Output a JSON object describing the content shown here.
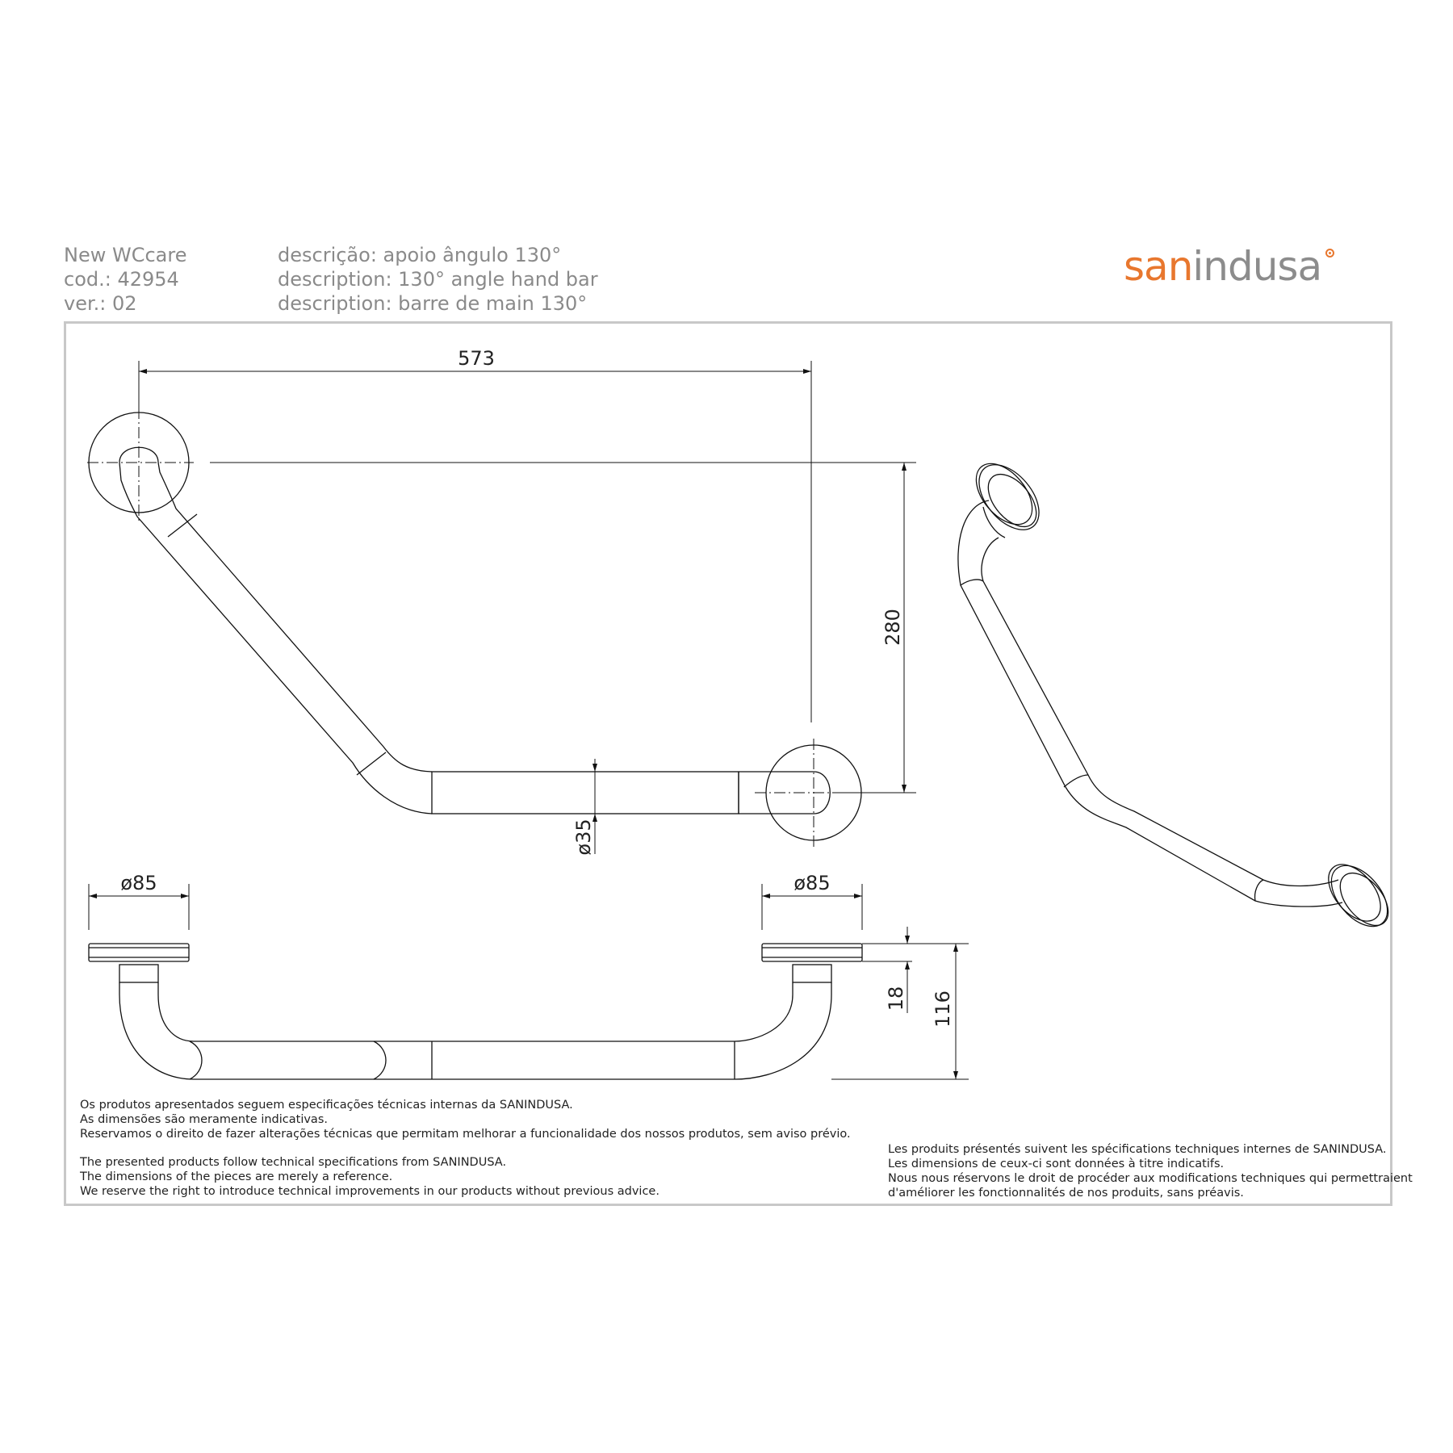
{
  "header": {
    "line1": "New WCcare",
    "line2": "cod.: 42954",
    "line3": "ver.: 02",
    "desc_pt": "descrição: apoio ângulo 130°",
    "desc_en": "description: 130° angle hand bar",
    "desc_fr": "description: barre de main 130°"
  },
  "logo": {
    "part1": "san",
    "part2": "indusa",
    "brand_color": "#e8772e",
    "grey": "#8c8c8c"
  },
  "dimensions": {
    "width_total": "573",
    "height_total": "280",
    "tube_diameter": "ø35",
    "flange_left": "ø85",
    "flange_right": "ø85",
    "flange_thickness": "18",
    "projection": "116"
  },
  "notes": {
    "pt": [
      "Os produtos apresentados seguem especificações técnicas internas da SANINDUSA.",
      "As dimensões são meramente indicativas.",
      "Reservamos o direito de fazer alterações técnicas que permitam melhorar a funcionalidade dos nossos produtos, sem aviso prévio."
    ],
    "en": [
      "The presented products follow technical specifications from SANINDUSA.",
      "The dimensions of the pieces are merely a reference.",
      "We reserve the right to introduce technical improvements in our products without previous advice."
    ],
    "fr": [
      "Les produits présentés suivent les spécifications techniques internes de SANINDUSA.",
      "Les dimensions de ceux-ci sont données à titre indicatifs.",
      "Nous nous réservons le droit de procéder aux modifications techniques qui permettraient",
      "d'améliorer les fonctionnalités de nos produits, sans préavis."
    ]
  }
}
